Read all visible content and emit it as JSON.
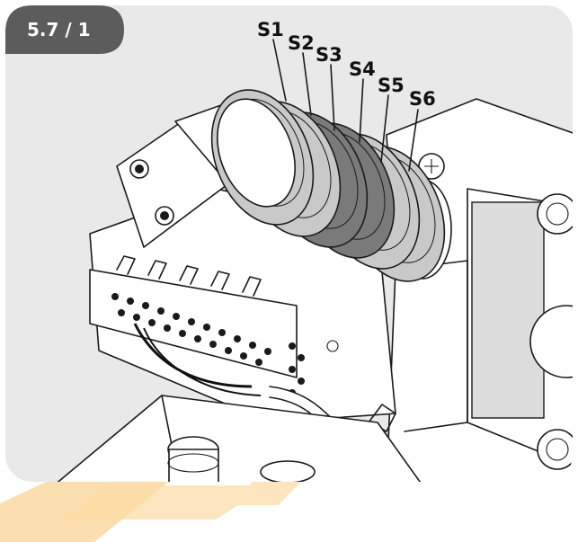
{
  "figure_label": "5.7 / 1",
  "switch_labels": [
    "S1",
    "S2",
    "S3",
    "S4",
    "S5",
    "S6"
  ],
  "colors": {
    "panel": "#e9e9e9",
    "badge": "#5c5c5c",
    "cam_light": "#c9c9c9",
    "cam_dark": "#7a7a7a",
    "watermark": "#f6a623"
  }
}
